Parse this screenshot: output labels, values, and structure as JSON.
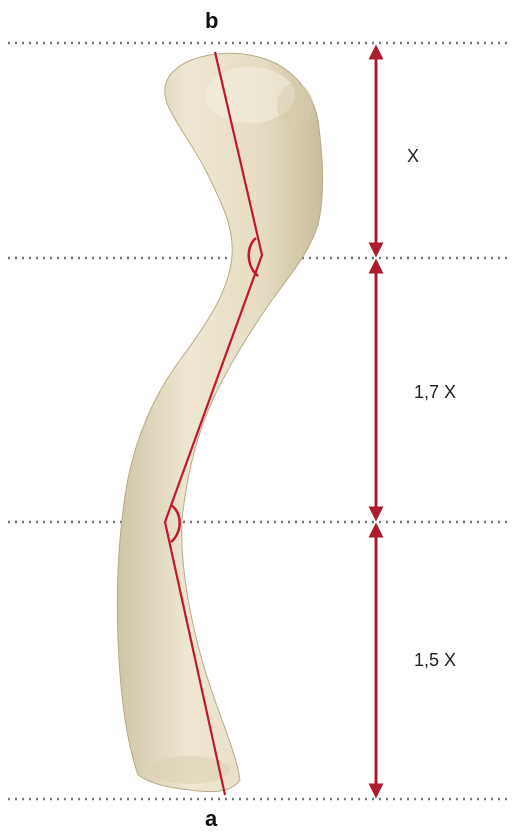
{
  "labels": {
    "top_point": "b",
    "bottom_point": "a"
  },
  "segments": [
    {
      "label": "X"
    },
    {
      "label": "1,7 X"
    },
    {
      "label": "1,5 X"
    }
  ],
  "colors": {
    "bone_fill": "#e9e0c8",
    "bone_shade": "#cfc3a3",
    "axis_line": "#c2182b",
    "arrow": "#b01a2e",
    "dotted_line": "#777777"
  }
}
